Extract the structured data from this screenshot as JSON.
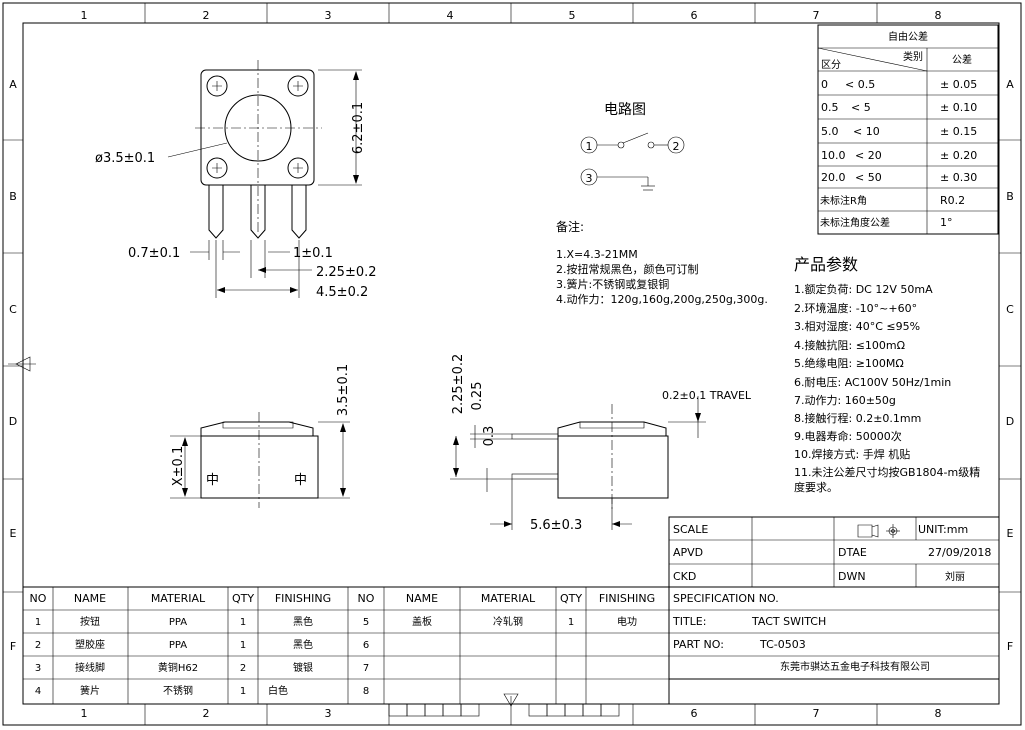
{
  "border_cols": [
    "1",
    "2",
    "3",
    "4",
    "5",
    "6",
    "7",
    "8"
  ],
  "border_rows": [
    "A",
    "B",
    "C",
    "D",
    "E",
    "F"
  ],
  "tolerance_table": {
    "title": "自由公差",
    "corner_top": "类别",
    "corner_bottom": "区分",
    "header_right": "公差",
    "rows": [
      {
        "from": "0",
        "to": "< 0.5",
        "tol": "± 0.05"
      },
      {
        "from": "0.5",
        "to": "< 5",
        "tol": "± 0.10"
      },
      {
        "from": "5.0",
        "to": "< 10",
        "tol": "± 0.15"
      },
      {
        "from": "10.0",
        "to": "< 20",
        "tol": "± 0.20"
      },
      {
        "from": "20.0",
        "to": "< 50",
        "tol": "± 0.30"
      }
    ],
    "radius_label": "未标注R角",
    "radius_value": "R0.2",
    "angle_label": "未标注角度公差",
    "angle_value": "1°"
  },
  "circuit": {
    "title": "电路图",
    "pin1": "1",
    "pin2": "2",
    "pin3": "3"
  },
  "notes": {
    "title": "备注:",
    "items": [
      "1.X=4.3-21MM",
      "2.按扭常规黑色，颜色可订制",
      "3.簧片:不锈钢或复银铜",
      "4.动作力：120g,160g,200g,250g,300g."
    ]
  },
  "params": {
    "title": "产品参数",
    "items": [
      "1.额定负荷:  DC 12V 50mA",
      "2.环境温度:  -10°~+60°",
      "3.相对湿度:  40°C  ≤95%",
      "4.接触抗阻:  ≤100mΩ",
      "5.绝缘电阻:  ≥100MΩ",
      "6.耐电压:   AC100V 50Hz/1min",
      "7.动作力:   160±50g",
      "8.接触行程:  0.2±0.1mm",
      "9.电器寿命:  50000次",
      "10.焊接方式: 手焊 机贴",
      "11.未注公差尺寸均按GB1804-m级精",
      "度要求。"
    ]
  },
  "dims": {
    "diameter": "ø3.5±0.1",
    "height_top": "6.2±0.1",
    "pin_width": "0.7±0.1",
    "pin_gap": "1±0.1",
    "pitch": "2.25±0.2",
    "span": "4.5±0.2",
    "front_height": "3.5±0.1",
    "front_x": "X±0.1",
    "front_mark": "中",
    "side_225": "2.25±0.2",
    "side_025": "0.25",
    "side_03": "0.3",
    "side_56": "5.6±0.3",
    "travel": "0.2±0.1 TRAVEL"
  },
  "title_block": {
    "scale_label": "SCALE",
    "unit": "UNIT:mm",
    "apvd_label": "APVD",
    "date_label": "DTAE",
    "date_value": "27/09/2018",
    "ckd_label": "CKD",
    "dwn_label": "DWN",
    "dwn_value": "刘丽",
    "spec_label": "SPECIFICATION NO.",
    "title_label": "TITLE:",
    "title_value": "TACT SWITCH",
    "part_label": "PART NO:",
    "part_value": "TC-0503",
    "company": "东莞市骐达五金电子科技有限公司"
  },
  "bom": {
    "headers": [
      "NO",
      "NAME",
      "MATERIAL",
      "QTY",
      "FINISHING",
      "NO",
      "NAME",
      "MATERIAL",
      "QTY",
      "FINISHING"
    ],
    "rows": [
      [
        "1",
        "按钮",
        "PPA",
        "1",
        "黑色",
        "5",
        "盖板",
        "冷轧钢",
        "1",
        "电功"
      ],
      [
        "2",
        "塑胶座",
        "PPA",
        "1",
        "黑色",
        "6",
        "",
        "",
        "",
        ""
      ],
      [
        "3",
        "接线脚",
        "黄铜H62",
        "2",
        "镀银",
        "7",
        "",
        "",
        "",
        ""
      ],
      [
        "4",
        "簧片",
        "不锈钢",
        "1",
        "白色",
        "8",
        "",
        "",
        "",
        ""
      ]
    ]
  }
}
